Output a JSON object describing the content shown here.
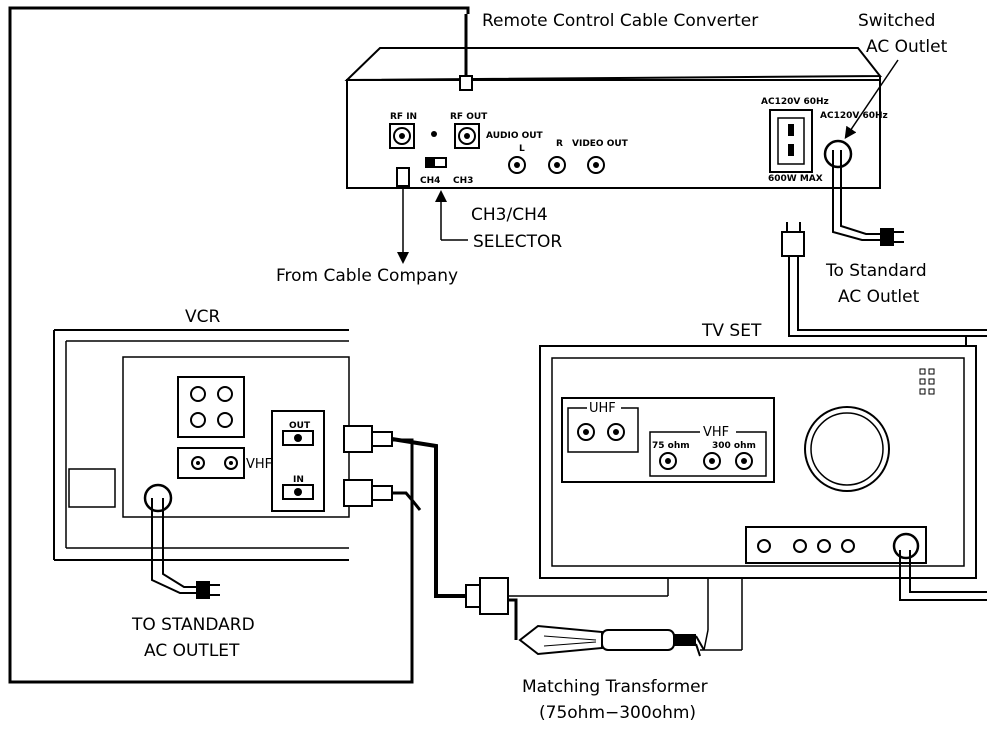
{
  "diagram": {
    "converter": {
      "title": "Remote Control Cable Converter",
      "rf_in": "RF IN",
      "rf_out": "RF OUT",
      "audio_out": "AUDIO OUT",
      "audio_l": "L",
      "audio_r": "R",
      "video_out": "VIDEO OUT",
      "ch4": "CH4",
      "ch3": "CH3",
      "ac_rating": "AC120V 60Hz",
      "ac_rating_plug": "AC120V 60Hz",
      "max_watts": "600W MAX"
    },
    "labels": {
      "switched_outlet_1": "Switched",
      "switched_outlet_2": "AC Outlet",
      "selector_1": "CH3/CH4",
      "selector_2": "SELECTOR",
      "from_cable": "From Cable Company",
      "to_standard_1": "To Standard",
      "to_standard_2": "AC Outlet",
      "vcr": "VCR",
      "tv": "TV SET",
      "vcr_outlet_1": "TO STANDARD",
      "vcr_outlet_2": "AC OUTLET",
      "transformer_1": "Matching Transformer",
      "transformer_2": "(75ohm−300ohm)"
    },
    "vcr": {
      "vhf": "VHF",
      "out": "OUT",
      "in": "IN"
    },
    "tv": {
      "uhf": "UHF",
      "vhf": "VHF",
      "ohm75": "75 ohm",
      "ohm300": "300 ohm"
    }
  }
}
